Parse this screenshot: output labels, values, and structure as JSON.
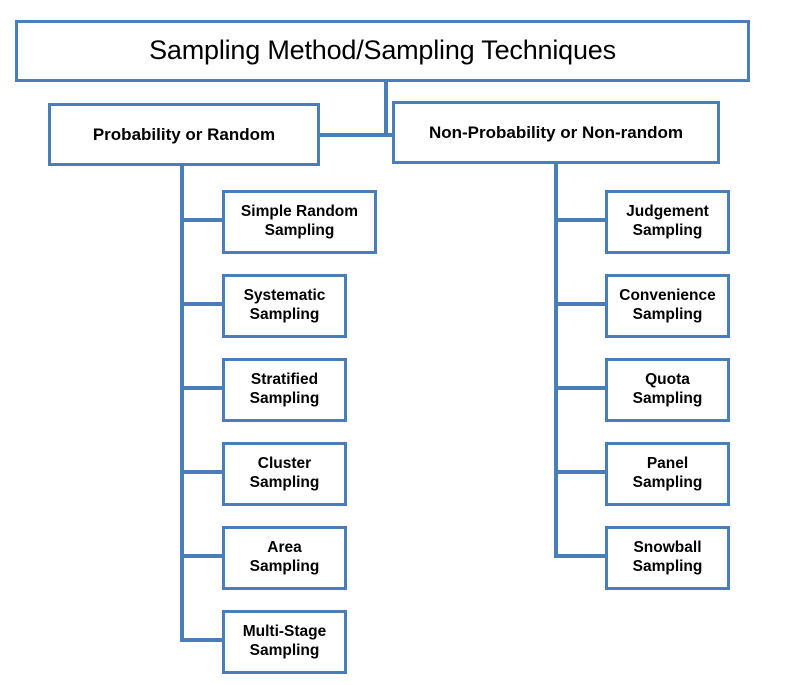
{
  "diagram": {
    "type": "tree",
    "title_node": {
      "label": "Sampling Method/Sampling Techniques"
    },
    "branches": [
      {
        "id": "probability",
        "label": "Probability or Random",
        "side": "left",
        "children": [
          {
            "label": "Simple Random\nSampling",
            "line1": "Simple Random",
            "line2": "Sampling"
          },
          {
            "label": "Systematic\nSampling",
            "line1": "Systematic",
            "line2": "Sampling"
          },
          {
            "label": "Stratified\nSampling",
            "line1": "Stratified",
            "line2": "Sampling"
          },
          {
            "label": "Cluster\nSampling",
            "line1": "Cluster",
            "line2": "Sampling"
          },
          {
            "label": "Area\nSampling",
            "line1": "Area",
            "line2": "Sampling"
          },
          {
            "label": "Multi-Stage\nSampling",
            "line1": "Multi-Stage",
            "line2": "Sampling"
          }
        ]
      },
      {
        "id": "non-probability",
        "label": "Non-Probability or Non-random",
        "side": "right",
        "children": [
          {
            "label": "Judgement\nSampling",
            "line1": "Judgement",
            "line2": "Sampling"
          },
          {
            "label": "Convenience\nSampling",
            "line1": "Convenience",
            "line2": "Sampling"
          },
          {
            "label": "Quota\nSampling",
            "line1": "Quota",
            "line2": "Sampling"
          },
          {
            "label": "Panel\nSampling",
            "line1": "Panel",
            "line2": "Sampling"
          },
          {
            "label": "Snowball\nSampling",
            "line1": "Snowball",
            "line2": "Sampling"
          }
        ]
      }
    ],
    "colors": {
      "border": "#4a7ebb",
      "connector": "#4a7ebb",
      "node_fill": "#ffffff",
      "text": "#000000",
      "background": "#ffffff"
    }
  }
}
